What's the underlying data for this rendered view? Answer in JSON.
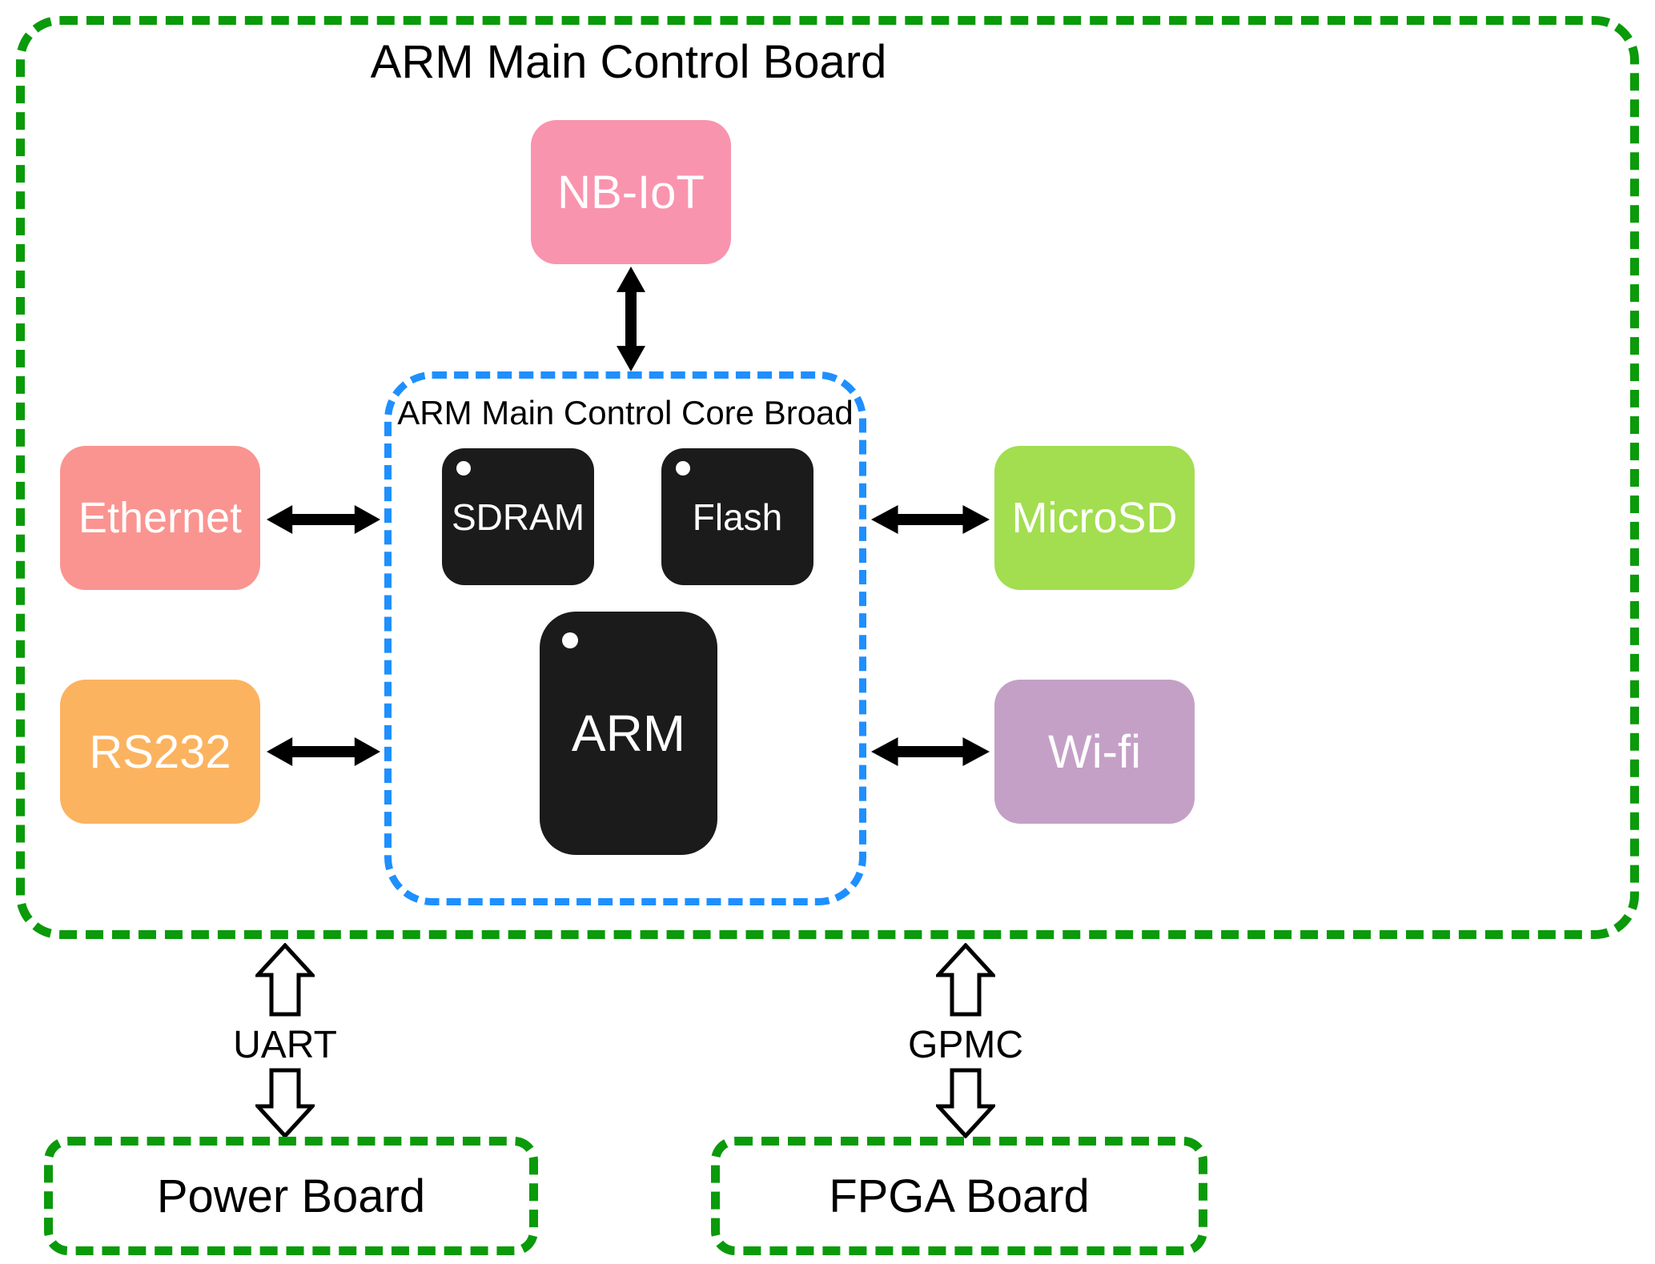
{
  "title": "ARM Main Control Board",
  "core_board_title": "ARM Main Control Core Broad",
  "peripherals": {
    "nbiot": {
      "label": "NB-IoT",
      "color": "#F994AE"
    },
    "ethernet": {
      "label": "Ethernet",
      "color": "#FA9490"
    },
    "rs232": {
      "label": "RS232",
      "color": "#FBB35F"
    },
    "microsd": {
      "label": "MicroSD",
      "color": "#A2DE50"
    },
    "wifi": {
      "label": "Wi-fi",
      "color": "#C4A0C6"
    }
  },
  "core_components": {
    "sdram": {
      "label": "SDRAM",
      "color": "#1B1B1B"
    },
    "flash": {
      "label": "Flash",
      "color": "#1B1B1B"
    },
    "arm": {
      "label": "ARM",
      "color": "#1B1B1B"
    }
  },
  "bus_links": {
    "uart": {
      "label": "UART"
    },
    "gpmc": {
      "label": "GPMC"
    }
  },
  "external_boards": {
    "power": {
      "label": "Power Board"
    },
    "fpga": {
      "label": "FPGA Board"
    }
  },
  "connections": [
    {
      "from": "NB-IoT",
      "to": "ARM Main Control Core Broad",
      "type": "double-arrow"
    },
    {
      "from": "Ethernet",
      "to": "ARM Main Control Core Broad",
      "type": "double-arrow"
    },
    {
      "from": "RS232",
      "to": "ARM Main Control Core Broad",
      "type": "double-arrow"
    },
    {
      "from": "ARM Main Control Core Broad",
      "to": "MicroSD",
      "type": "double-arrow"
    },
    {
      "from": "ARM Main Control Core Broad",
      "to": "Wi-fi",
      "type": "double-arrow"
    },
    {
      "from": "ARM Main Control Board",
      "to": "Power Board",
      "label": "UART",
      "type": "hollow-double-arrow"
    },
    {
      "from": "ARM Main Control Board",
      "to": "FPGA Board",
      "label": "GPMC",
      "type": "hollow-double-arrow"
    }
  ],
  "colors": {
    "board_border": "#0A9A0A",
    "core_border": "#1E8FFF",
    "arrow": "#000000",
    "chip_text": "#FFFFFF",
    "background": "#FFFFFF"
  }
}
